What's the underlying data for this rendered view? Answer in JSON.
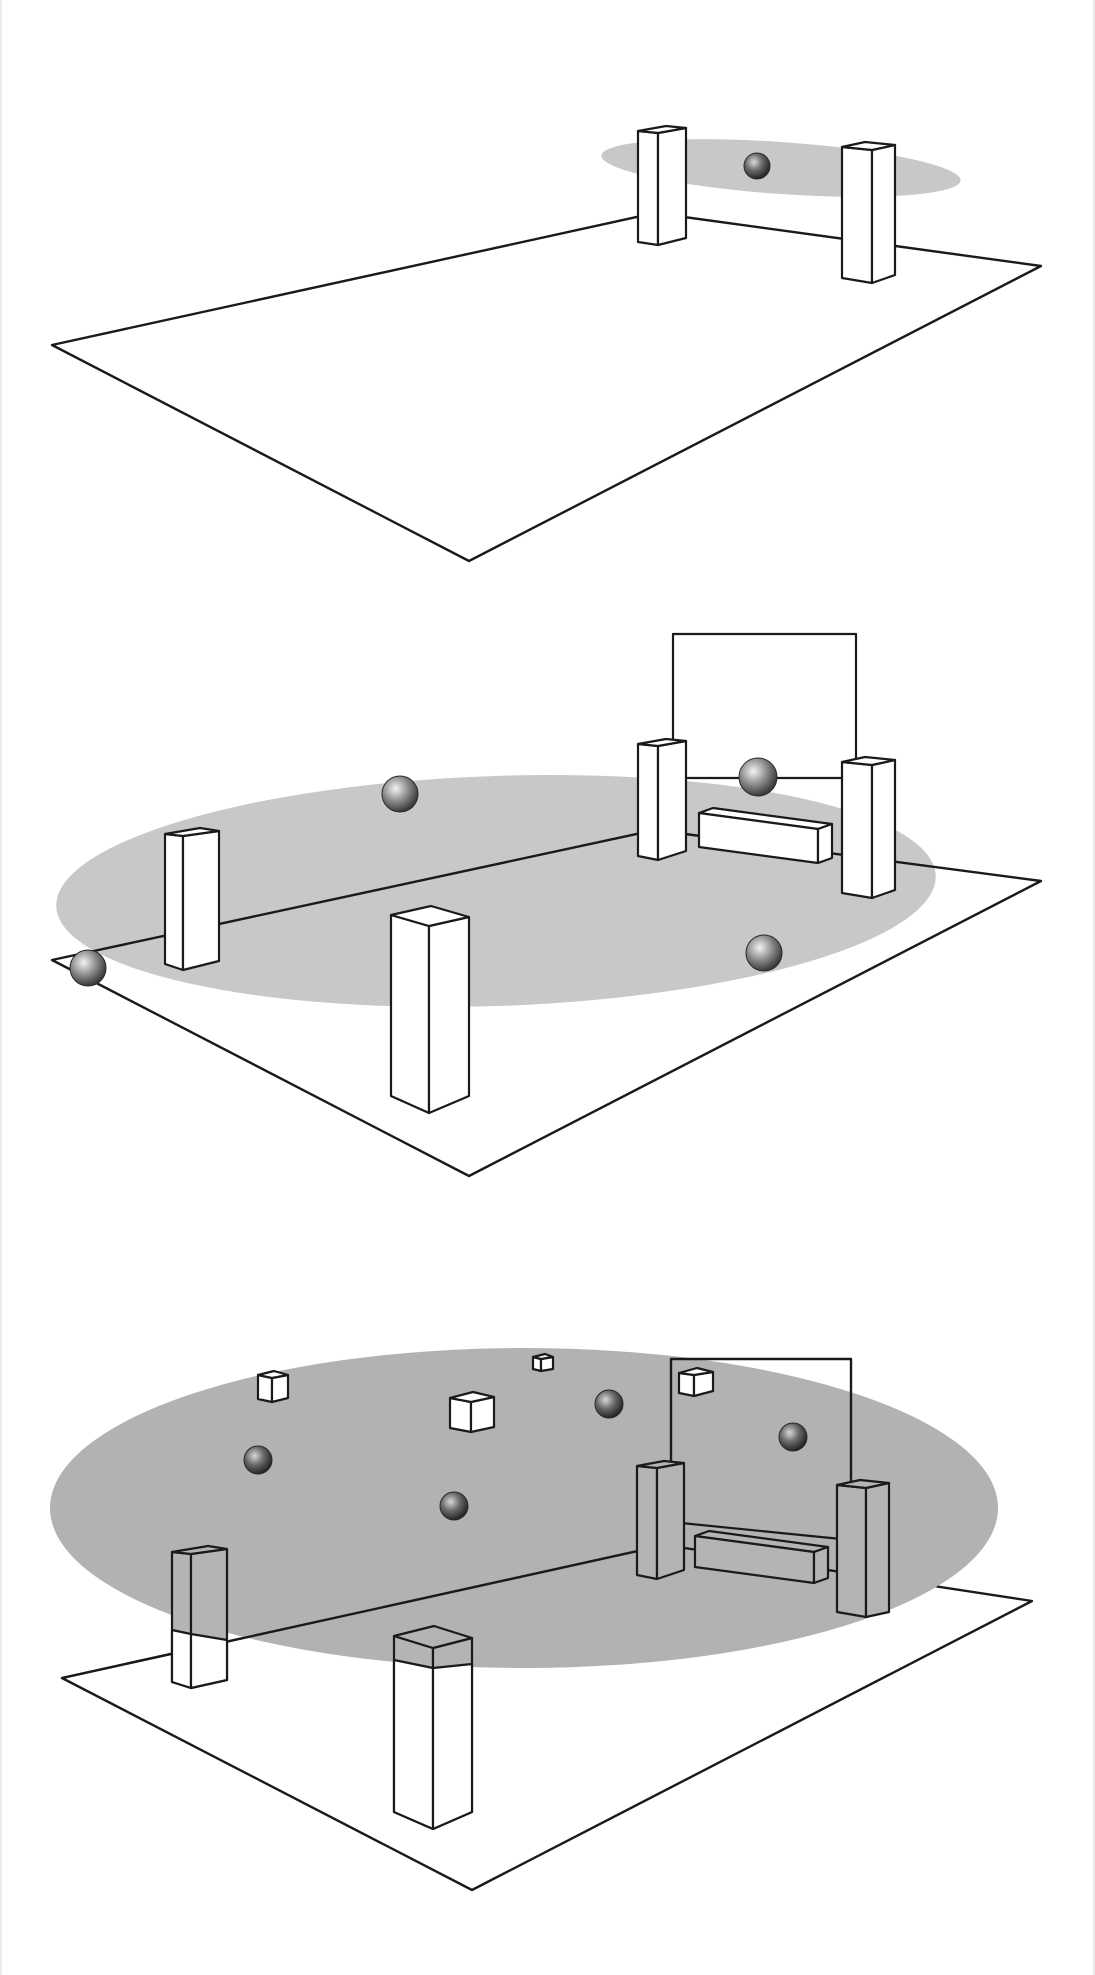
{
  "figure": {
    "panels": [
      {
        "id": "panel-1",
        "range_shading": "#c8c8c8",
        "pillars": 2,
        "spheres": 1,
        "cubes": 0,
        "wall": false,
        "bench": false
      },
      {
        "id": "panel-2",
        "range_shading": "#c8c8c8",
        "pillars": 4,
        "spheres": 4,
        "cubes": 0,
        "wall": true,
        "bench": true
      },
      {
        "id": "panel-3",
        "range_shading": "#b2b2b2",
        "pillars": 4,
        "spheres": 4,
        "cubes": 4,
        "wall": true,
        "bench": true
      }
    ],
    "colors": {
      "background": "#ffffff",
      "outline": "#1a1a1a",
      "sphere_light": "#f2f2f2",
      "sphere_dark": "#3c3c3c"
    }
  }
}
